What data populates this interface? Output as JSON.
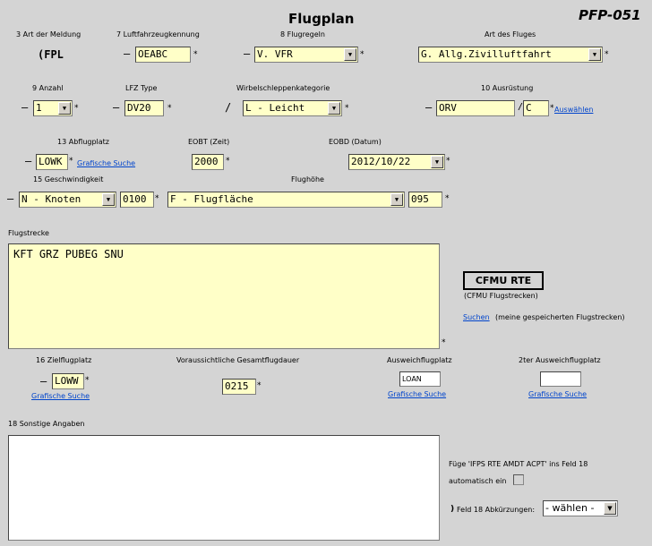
{
  "header": {
    "title": "Flugplan",
    "form_code": "PFP-051"
  },
  "row1": {
    "field3_label": "3 Art der Meldung",
    "field3_value": "(FPL",
    "field7_label": "7 Luftfahrzeugkennung",
    "field7_value": "OEABC",
    "field8_label": "8 Flugregeln",
    "field8_value": "V. VFR",
    "flight_type_label": "Art des Fluges",
    "flight_type_value": "G. Allg.Zivilluftfahrt"
  },
  "row2": {
    "count_label": "9 Anzahl",
    "count_value": "1",
    "type_label": "LFZ Type",
    "type_value": "DV20",
    "wake_label": "Wirbelschleppenkategorie",
    "wake_value": "L - Leicht",
    "equip_label": "10 Ausrüstung",
    "equip_value": "ORV",
    "equip_value2": "C",
    "equip_select_link": "Auswählen"
  },
  "row3": {
    "dep_label": "13 Abflugplatz",
    "dep_value": "LOWK",
    "dep_link": "Grafische Suche",
    "eobt_label": "EOBT (Zeit)",
    "eobt_value": "2000",
    "eobd_label": "EOBD (Datum)",
    "eobd_value": "2012/10/22"
  },
  "row4": {
    "speed_label": "15 Geschwindigkeit",
    "speed_unit": "N - Knoten",
    "speed_value": "0100",
    "level_label": "Flughöhe",
    "level_unit": "F - Flugfläche",
    "level_value": "095"
  },
  "route": {
    "label": "Flugstrecke",
    "value": "KFT GRZ PUBEG SNU",
    "cfmu_button": "CFMU RTE",
    "cfmu_sub": "(CFMU Flugstrecken)",
    "search_link": "Suchen",
    "search_text": "(meine gespeicherten Flugstrecken)"
  },
  "row5": {
    "dest_label": "16 Zielflugplatz",
    "dest_value": "LOWW",
    "dest_link": "Grafische Suche",
    "eet_label": "Voraussichtliche Gesamtflugdauer",
    "eet_value": "0215",
    "alt1_label": "Ausweichflugplatz",
    "alt1_value": "LOAN",
    "alt1_link": "Grafische Suche",
    "alt2_label": "2ter Ausweichflugplatz",
    "alt2_value": "",
    "alt2_link": "Grafische Suche"
  },
  "other": {
    "label": "18 Sonstige Angaben",
    "value": "",
    "ifps_text1": "Füge 'IFPS RTE AMDT ACPT' ins Feld 18",
    "ifps_text2": "automatisch ein",
    "abbrev_prefix": ")",
    "abbrev_label": "Feld 18 Abkürzungen:",
    "abbrev_value": "- wählen -"
  },
  "colors": {
    "input_bg": "#ffffc8",
    "page_bg": "#d4d4d4",
    "link": "#0044cc"
  }
}
